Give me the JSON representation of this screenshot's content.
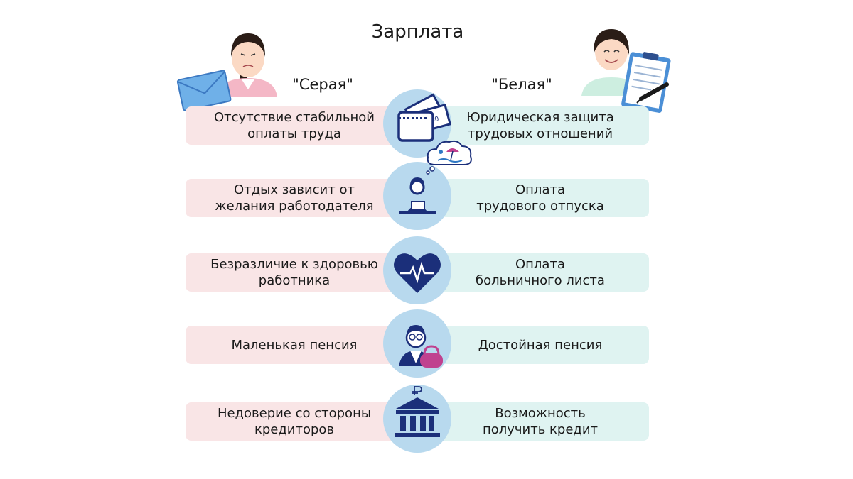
{
  "title": "Зарплата",
  "columns": {
    "gray": "\"Серая\"",
    "white": "\"Белая\""
  },
  "rows": [
    {
      "icon": "wallet-money-icon",
      "gray": "Отсутствие стабильной\nоплаты труда",
      "white": "Юридическая защита\nтрудовых отношений"
    },
    {
      "icon": "office-worker-icon",
      "gray": "Отдых зависит от\nжелания работодателя",
      "white": "Оплата\nтрудового отпуска"
    },
    {
      "icon": "heart-pulse-icon",
      "gray": "Безразличие к здоровью\nработника",
      "white": "Оплата\nбольничного листа"
    },
    {
      "icon": "pensioner-purse-icon",
      "gray": "Маленькая пенсия",
      "white": "Достойная пенсия"
    },
    {
      "icon": "bank-ruble-icon",
      "gray": "Недоверие со стороны\nкредиторов",
      "white": "Возможность\nполучить кредит"
    }
  ],
  "colors": {
    "gray_row": "#f9e5e6",
    "white_row": "#dff3f1",
    "circle": "#b8d9ee",
    "icon_navy": "#1b2f7a",
    "accent_magenta": "#c0418f"
  },
  "money_labels": [
    "200",
    "100"
  ]
}
